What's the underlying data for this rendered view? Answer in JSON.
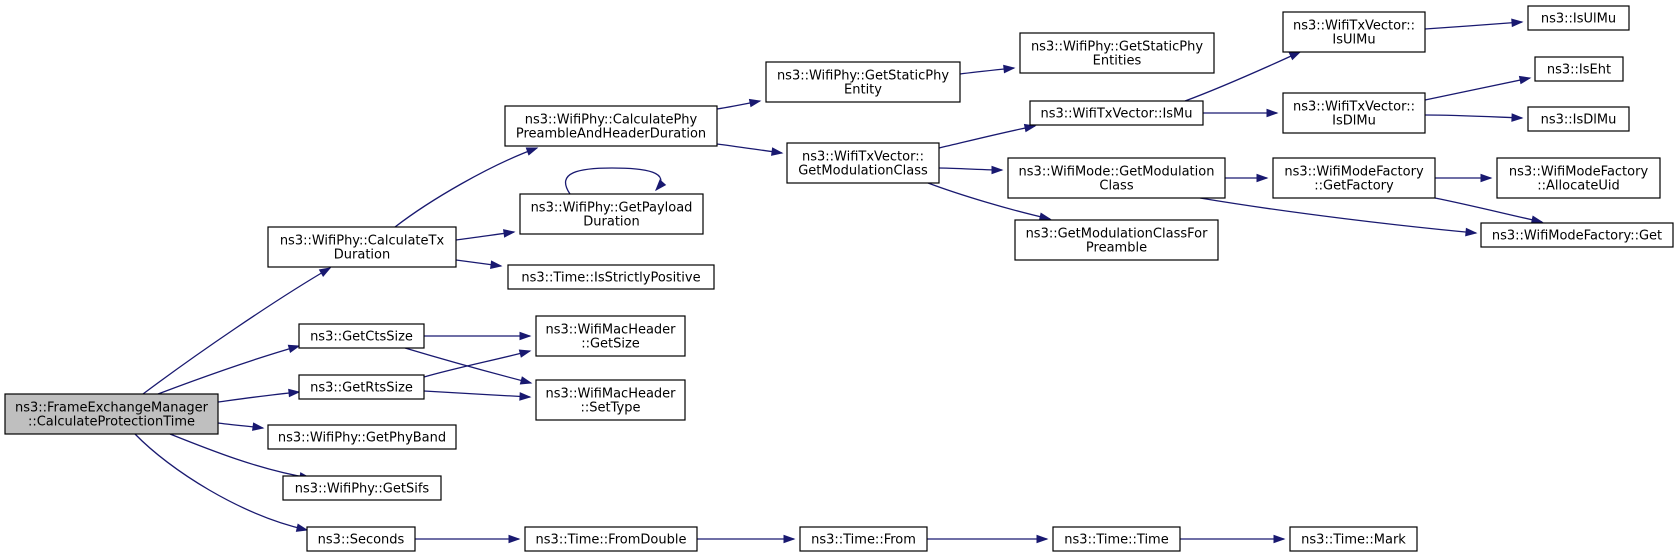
{
  "diagram": {
    "nodes": [
      {
        "id": "root",
        "lines": [
          "ns3::FrameExchangeManager",
          "::CalculateProtectionTime"
        ]
      },
      {
        "id": "calcTx",
        "lines": [
          "ns3::WifiPhy::CalculateTx",
          "Duration"
        ]
      },
      {
        "id": "ctsSize",
        "lines": [
          "ns3::GetCtsSize"
        ]
      },
      {
        "id": "rtsSize",
        "lines": [
          "ns3::GetRtsSize"
        ]
      },
      {
        "id": "phyBand",
        "lines": [
          "ns3::WifiPhy::GetPhyBand"
        ]
      },
      {
        "id": "sifs",
        "lines": [
          "ns3::WifiPhy::GetSifs"
        ]
      },
      {
        "id": "seconds",
        "lines": [
          "ns3::Seconds"
        ]
      },
      {
        "id": "calcPre",
        "lines": [
          "ns3::WifiPhy::CalculatePhy",
          "PreambleAndHeaderDuration"
        ]
      },
      {
        "id": "payload",
        "lines": [
          "ns3::WifiPhy::GetPayload",
          "Duration"
        ]
      },
      {
        "id": "strict",
        "lines": [
          "ns3::Time::IsStrictlyPositive"
        ]
      },
      {
        "id": "macSize",
        "lines": [
          "ns3::WifiMacHeader",
          "::GetSize"
        ]
      },
      {
        "id": "macType",
        "lines": [
          "ns3::WifiMacHeader",
          "::SetType"
        ]
      },
      {
        "id": "fromDouble",
        "lines": [
          "ns3::Time::FromDouble"
        ]
      },
      {
        "id": "staticEnt",
        "lines": [
          "ns3::WifiPhy::GetStaticPhy",
          "Entity"
        ]
      },
      {
        "id": "txModClass",
        "lines": [
          "ns3::WifiTxVector::",
          "GetModulationClass"
        ]
      },
      {
        "id": "from",
        "lines": [
          "ns3::Time::From"
        ]
      },
      {
        "id": "staticEnts",
        "lines": [
          "ns3::WifiPhy::GetStaticPhy",
          "Entities"
        ]
      },
      {
        "id": "isMu",
        "lines": [
          "ns3::WifiTxVector::IsMu"
        ]
      },
      {
        "id": "modeModClass",
        "lines": [
          "ns3::WifiMode::GetModulation",
          "Class"
        ]
      },
      {
        "id": "modClassPre",
        "lines": [
          "ns3::GetModulationClassFor",
          "Preamble"
        ]
      },
      {
        "id": "time",
        "lines": [
          "ns3::Time::Time"
        ]
      },
      {
        "id": "txIsUlMu",
        "lines": [
          "ns3::WifiTxVector::",
          "IsUlMu"
        ]
      },
      {
        "id": "txIsDlMu",
        "lines": [
          "ns3::WifiTxVector::",
          "IsDlMu"
        ]
      },
      {
        "id": "getFactory",
        "lines": [
          "ns3::WifiModeFactory",
          "::GetFactory"
        ]
      },
      {
        "id": "mark",
        "lines": [
          "ns3::Time::Mark"
        ]
      },
      {
        "id": "isUlMu",
        "lines": [
          "ns3::IsUlMu"
        ]
      },
      {
        "id": "isEht",
        "lines": [
          "ns3::IsEht"
        ]
      },
      {
        "id": "isDlMu",
        "lines": [
          "ns3::IsDlMu"
        ]
      },
      {
        "id": "allocUid",
        "lines": [
          "ns3::WifiModeFactory",
          "::AllocateUid"
        ]
      },
      {
        "id": "factGet",
        "lines": [
          "ns3::WifiModeFactory::Get"
        ]
      }
    ],
    "edges": [
      {
        "from": "root",
        "to": "calcTx"
      },
      {
        "from": "root",
        "to": "ctsSize"
      },
      {
        "from": "root",
        "to": "rtsSize"
      },
      {
        "from": "root",
        "to": "phyBand"
      },
      {
        "from": "root",
        "to": "sifs"
      },
      {
        "from": "root",
        "to": "seconds"
      },
      {
        "from": "calcTx",
        "to": "calcPre"
      },
      {
        "from": "calcTx",
        "to": "payload"
      },
      {
        "from": "calcTx",
        "to": "strict"
      },
      {
        "from": "payload",
        "to": "payload"
      },
      {
        "from": "ctsSize",
        "to": "macSize"
      },
      {
        "from": "ctsSize",
        "to": "macType"
      },
      {
        "from": "rtsSize",
        "to": "macSize"
      },
      {
        "from": "rtsSize",
        "to": "macType"
      },
      {
        "from": "seconds",
        "to": "fromDouble"
      },
      {
        "from": "fromDouble",
        "to": "from"
      },
      {
        "from": "from",
        "to": "time"
      },
      {
        "from": "time",
        "to": "mark"
      },
      {
        "from": "calcPre",
        "to": "staticEnt"
      },
      {
        "from": "calcPre",
        "to": "txModClass"
      },
      {
        "from": "staticEnt",
        "to": "staticEnts"
      },
      {
        "from": "txModClass",
        "to": "isMu"
      },
      {
        "from": "txModClass",
        "to": "modeModClass"
      },
      {
        "from": "txModClass",
        "to": "modClassPre"
      },
      {
        "from": "isMu",
        "to": "txIsUlMu"
      },
      {
        "from": "isMu",
        "to": "txIsDlMu"
      },
      {
        "from": "txIsUlMu",
        "to": "isUlMu"
      },
      {
        "from": "txIsDlMu",
        "to": "isEht"
      },
      {
        "from": "txIsDlMu",
        "to": "isDlMu"
      },
      {
        "from": "modeModClass",
        "to": "getFactory"
      },
      {
        "from": "modeModClass",
        "to": "factGet"
      },
      {
        "from": "getFactory",
        "to": "allocUid"
      },
      {
        "from": "getFactory",
        "to": "factGet"
      }
    ],
    "colors": {
      "edge": "#191970",
      "root_fill": "#bfbfbf",
      "node_fill": "#ffffff",
      "node_border": "#000000"
    }
  }
}
